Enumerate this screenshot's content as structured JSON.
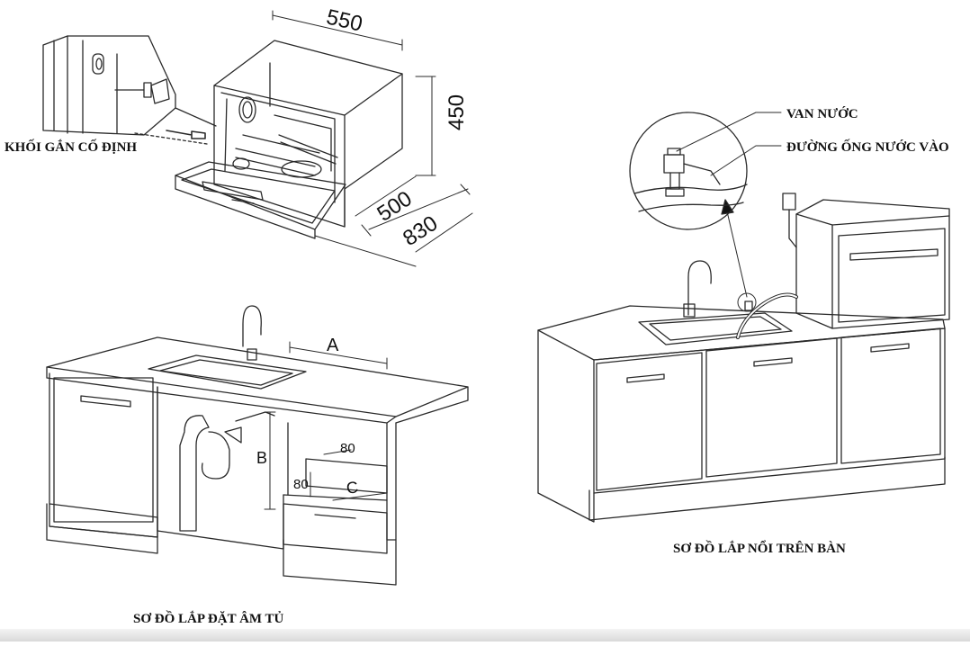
{
  "labels": {
    "fixing_block": "KHỐI GẮN CỐ ĐỊNH",
    "water_valve": "VAN NƯỚC",
    "water_inlet_pipe": "ĐƯỜNG ỐNG NƯỚC VÀO",
    "built_in_diagram_title": "SƠ ĐỒ LẮP ĐẶT ÂM TỦ",
    "countertop_diagram_title": "SƠ ĐỒ LẮP NỔI  TRÊN BÀN"
  },
  "dimensions": {
    "width": "550",
    "height": "450",
    "depth": "500",
    "depth_door_open": "830",
    "a": "A",
    "b": "B",
    "c": "C",
    "gap_top": "80",
    "gap_side": "80"
  },
  "colors": {
    "line": "#2a2a2a",
    "background": "#ffffff"
  }
}
